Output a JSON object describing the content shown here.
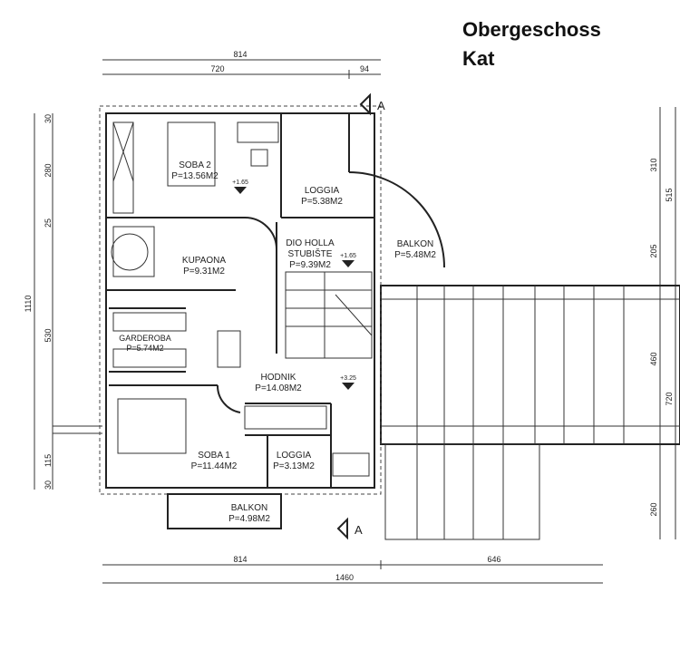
{
  "header": {
    "title_de": "Obergeschoss",
    "title_hr": "Kat"
  },
  "dimensions": {
    "top": [
      "814",
      "720",
      "94"
    ],
    "bottom": [
      "814",
      "646",
      "1460"
    ],
    "left": [
      "1110",
      "30",
      "280",
      "25",
      "530",
      "115",
      "30"
    ],
    "right": [
      "310",
      "515",
      "205",
      "460",
      "720",
      "260"
    ]
  },
  "rooms": [
    {
      "name": "SOBA 2",
      "area": "P=13.56M2"
    },
    {
      "name": "LOGGIA",
      "area": "P=5.38M2"
    },
    {
      "name": "KUPAONA",
      "area": "P=9.31M2"
    },
    {
      "name": "DIO HOLLA",
      "name2": "STUBIŠTE",
      "area": "P=9.39M2"
    },
    {
      "name": "BALKON",
      "area": "P=5.48M2"
    },
    {
      "name": "GARDEROBA",
      "area": "P=5.74M2"
    },
    {
      "name": "HODNIK",
      "area": "P=14.08M2"
    },
    {
      "name": "SOBA 1",
      "area": "P=11.44M2"
    },
    {
      "name": "LOGGIA",
      "area": "P=3.13M2"
    },
    {
      "name": "BALKON",
      "area": "P=4.98M2"
    }
  ],
  "levels": [
    "+1.65",
    "+1.65",
    "+3.25"
  ],
  "section_marks": [
    "A",
    "A"
  ]
}
